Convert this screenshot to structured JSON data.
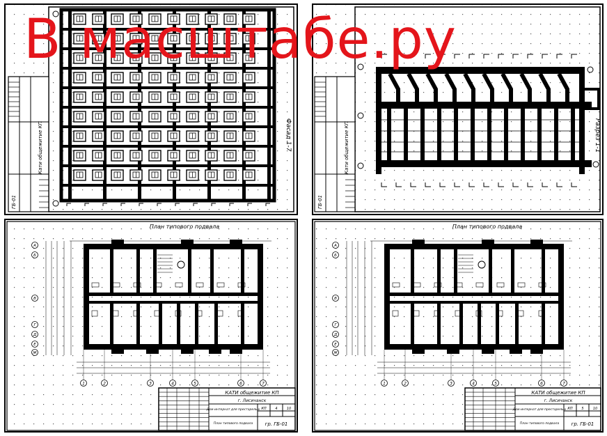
{
  "watermark": "В масштабе.ру",
  "sheets": {
    "top_left": {
      "side_label": "Фасад 1-7",
      "vertical_title": "Кати общежитие КП",
      "stamp_code": "ГБ-01"
    },
    "top_right": {
      "side_label": "Разрез 1-1",
      "vertical_title": "Кати общежитие КП",
      "stamp_code": "ГБ-01"
    },
    "bottom_left": {
      "plan_title": "План типового подвала",
      "grid_axes_bottom": [
        "1",
        "2",
        "3",
        "4",
        "5",
        "6",
        "7"
      ],
      "grid_axes_left": [
        "А",
        "Б",
        "В",
        "Г",
        "Д",
        "Е",
        "Ж"
      ],
      "title_block": {
        "org": "КАТИ общежитие КП",
        "city": "г. Лисичанск",
        "project": "Дом-интернат для престарелых",
        "sheet_name": "План типового подвала",
        "stage": "КП",
        "sheet": "4",
        "sheets": "10",
        "code": "гр. ГБ-01"
      }
    },
    "bottom_right": {
      "plan_title": "План типового подвала",
      "grid_axes_bottom": [
        "1",
        "2",
        "3",
        "4",
        "5",
        "6",
        "7"
      ],
      "grid_axes_left": [
        "А",
        "Б",
        "В",
        "Г",
        "Д",
        "Е",
        "Ж"
      ],
      "title_block": {
        "org": "КАТИ общежитие КП",
        "city": "г. Лисичанск",
        "project": "Дом-интернат для престарелых",
        "sheet_name": "План типового подвала",
        "stage": "КП",
        "sheet": "5",
        "sheets": "10",
        "code": "гр. ГБ-01"
      }
    }
  }
}
